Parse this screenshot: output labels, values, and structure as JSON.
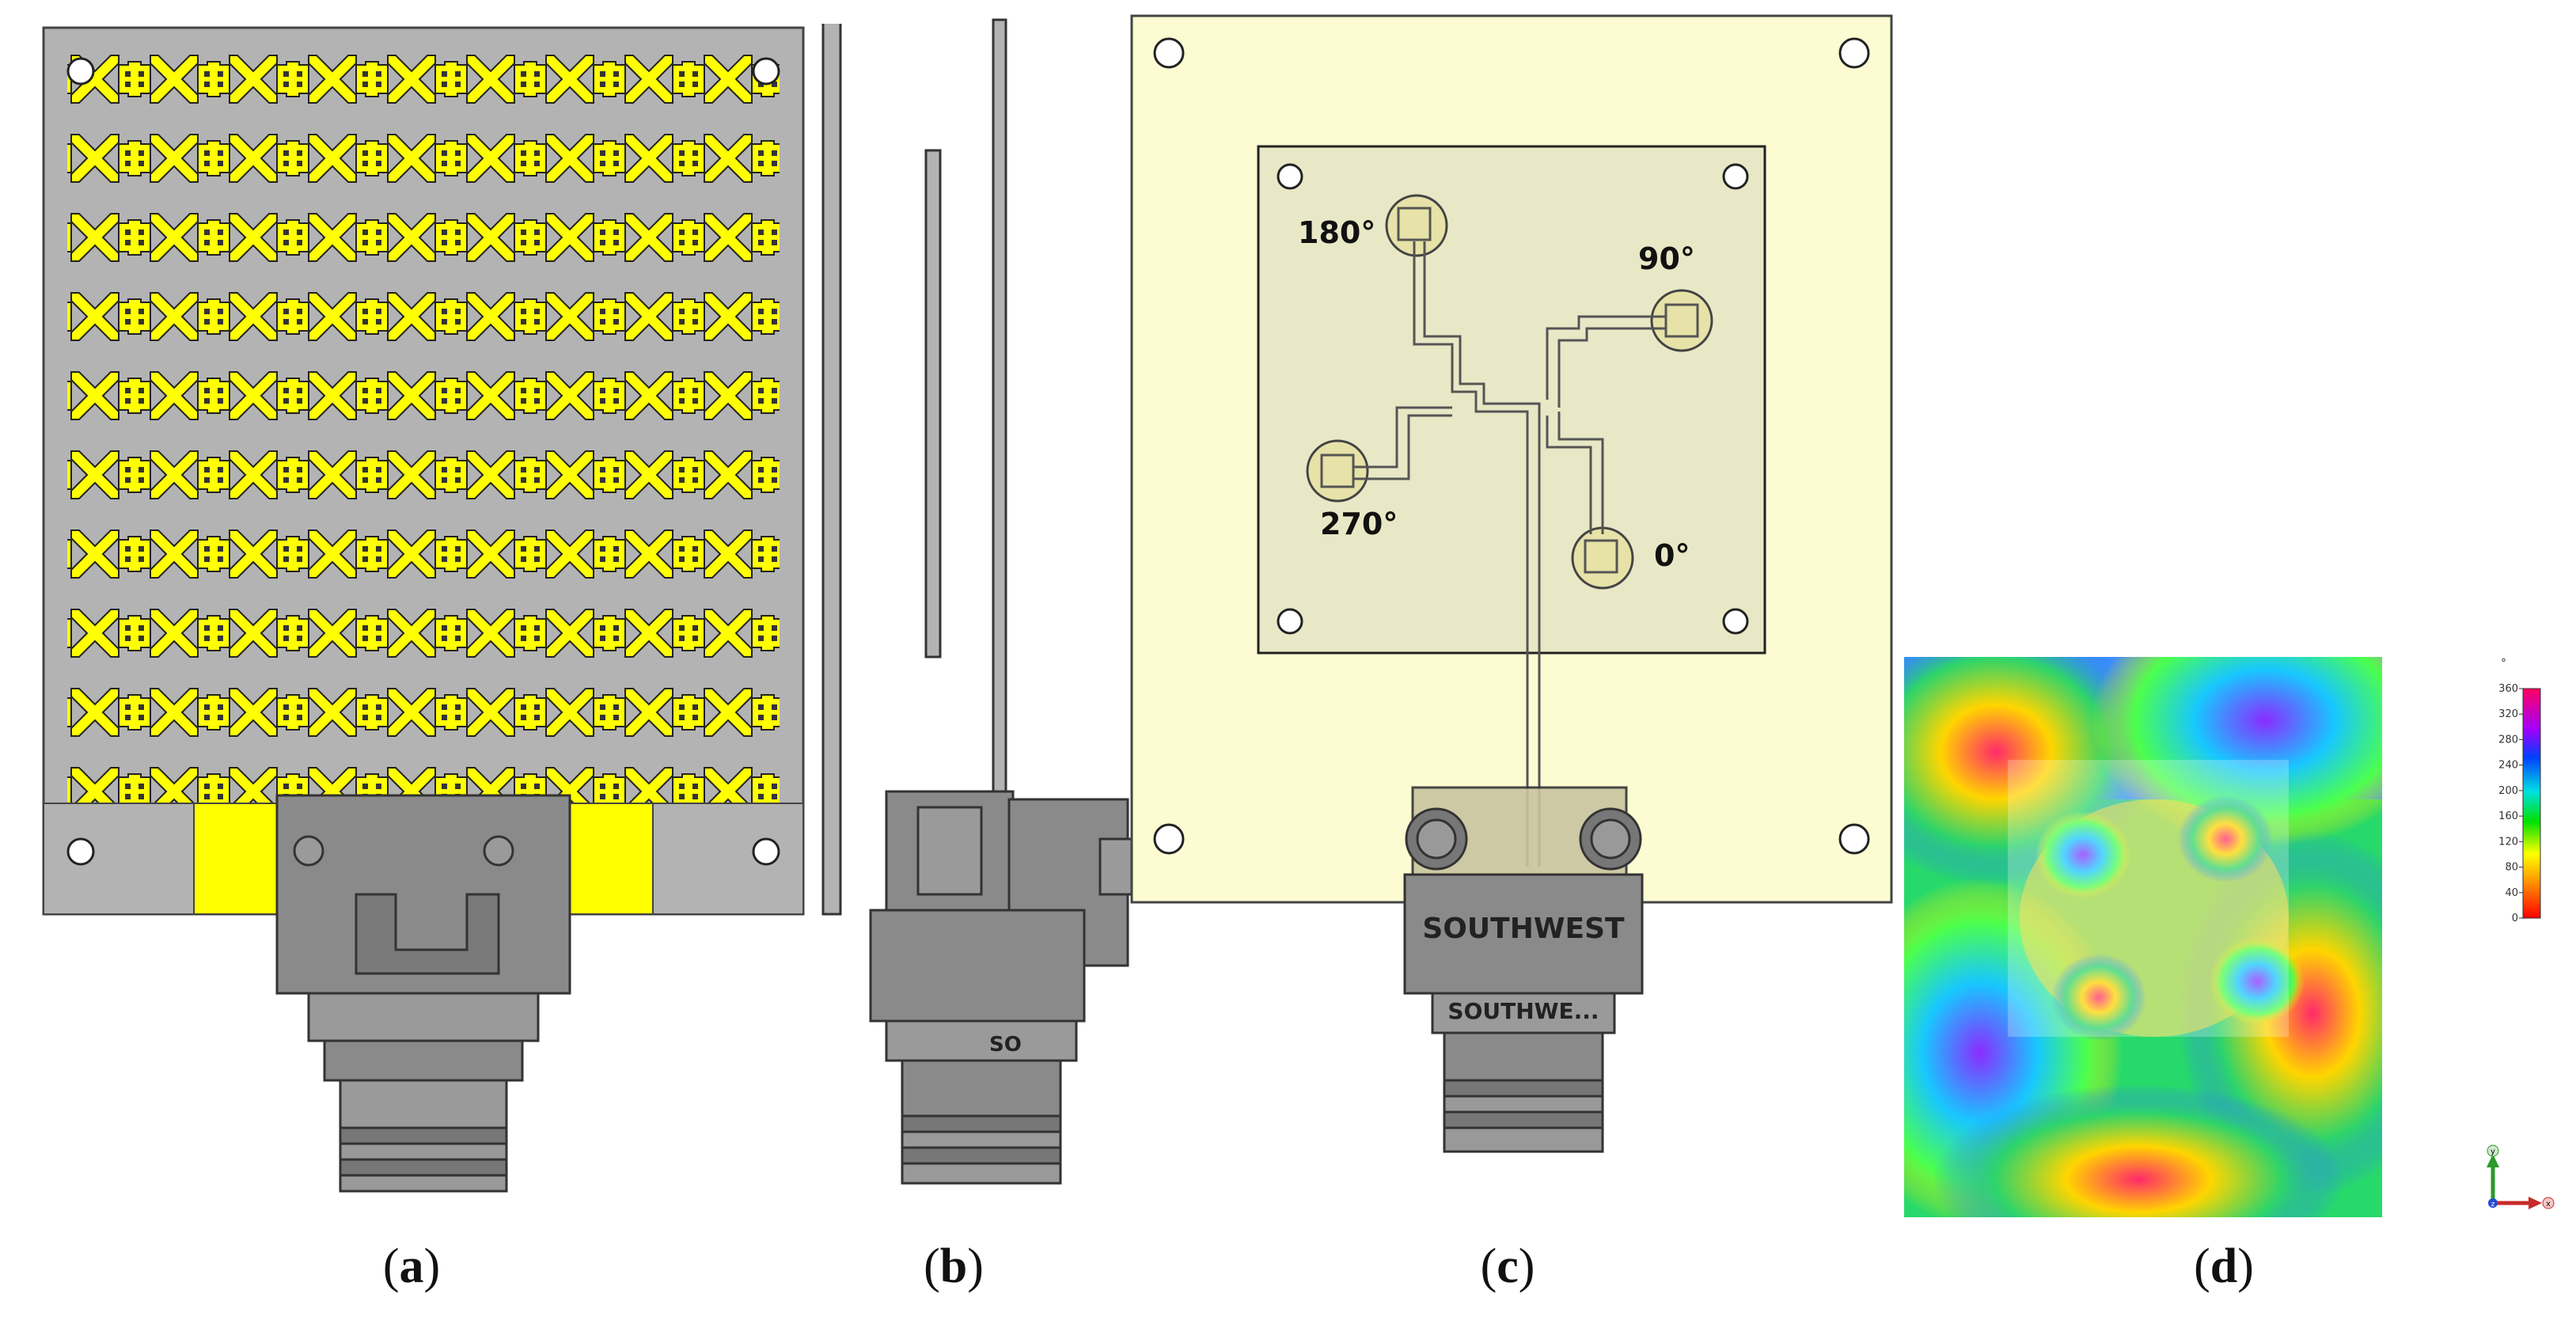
{
  "figure": {
    "captions": [
      {
        "open": "(",
        "letter": "a",
        "close": ")"
      },
      {
        "open": "(",
        "letter": "b",
        "close": ")"
      },
      {
        "open": "(",
        "letter": "c",
        "close": ")"
      },
      {
        "open": "(",
        "letter": "d",
        "close": ")"
      }
    ]
  },
  "panel_c": {
    "phase_labels": {
      "p180": "180°",
      "p90": "90°",
      "p270": "270°",
      "p0": "0°"
    },
    "connector_label": "SOUTHWEST",
    "connector_label_lower": "SOUTHWE..."
  },
  "panel_b": {
    "connector_fragment": "SO"
  },
  "panel_d": {
    "unit": "°",
    "colorbar_ticks": [
      "360",
      "320",
      "280",
      "240",
      "200",
      "160",
      "120",
      "80",
      "40",
      "0"
    ],
    "axes": {
      "y": "y",
      "z": "z",
      "x": "x"
    }
  },
  "colors": {
    "metasurface_yellow": "#ffff00",
    "substrate_gray": "#b3b3b3",
    "board_cream": "#fcfbd2",
    "connector_gray": "#8a8a8a"
  }
}
